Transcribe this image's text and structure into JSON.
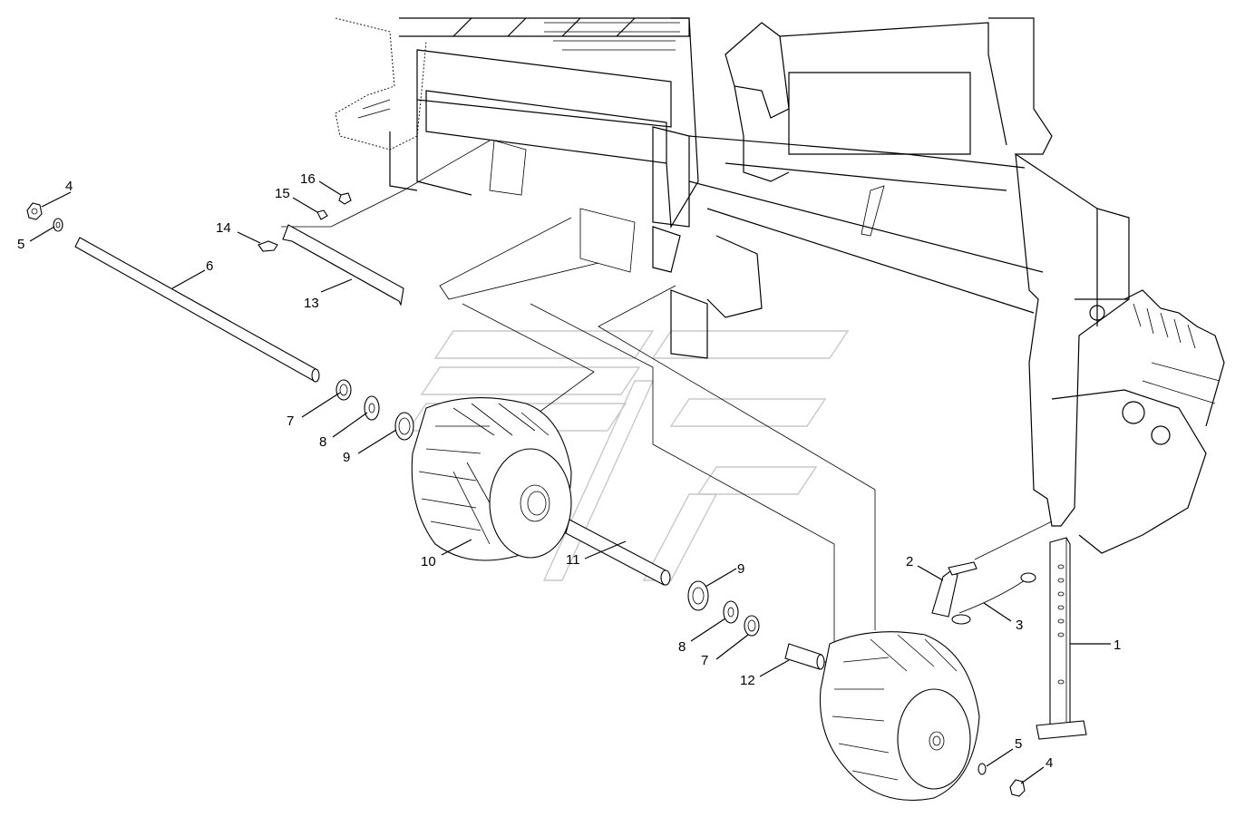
{
  "diagram": {
    "callouts": [
      {
        "id": "c1",
        "label": "1"
      },
      {
        "id": "c2",
        "label": "2"
      },
      {
        "id": "c3",
        "label": "3"
      },
      {
        "id": "c4a",
        "label": "4"
      },
      {
        "id": "c4b",
        "label": "4"
      },
      {
        "id": "c5a",
        "label": "5"
      },
      {
        "id": "c5b",
        "label": "5"
      },
      {
        "id": "c6",
        "label": "6"
      },
      {
        "id": "c7a",
        "label": "7"
      },
      {
        "id": "c7b",
        "label": "7"
      },
      {
        "id": "c8a",
        "label": "8"
      },
      {
        "id": "c8b",
        "label": "8"
      },
      {
        "id": "c9a",
        "label": "9"
      },
      {
        "id": "c9b",
        "label": "9"
      },
      {
        "id": "c10",
        "label": "10"
      },
      {
        "id": "c11",
        "label": "11"
      },
      {
        "id": "c12",
        "label": "12"
      },
      {
        "id": "c13",
        "label": "13"
      },
      {
        "id": "c14",
        "label": "14"
      },
      {
        "id": "c15",
        "label": "15"
      },
      {
        "id": "c16",
        "label": "16"
      }
    ]
  }
}
